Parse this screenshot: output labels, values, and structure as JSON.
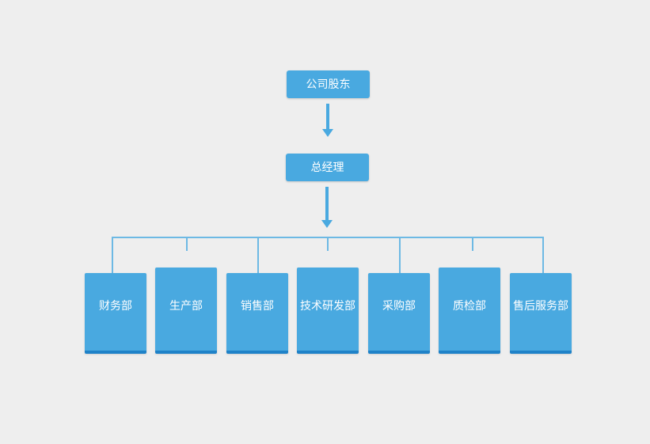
{
  "diagram": {
    "type": "org-chart",
    "background_color": "#eeeeee",
    "node_color": "#49a9e0",
    "node_text_color": "#ffffff",
    "connector_color": "#6db9e4",
    "levels": [
      {
        "name": "shareholders",
        "nodes": [
          {
            "id": "shareholders",
            "label": "公司股东"
          }
        ]
      },
      {
        "name": "general-manager",
        "nodes": [
          {
            "id": "general-manager",
            "label": "总经理"
          }
        ]
      },
      {
        "name": "departments",
        "nodes": [
          {
            "id": "finance",
            "label": "财务部"
          },
          {
            "id": "production",
            "label": "生产部"
          },
          {
            "id": "sales",
            "label": "销售部"
          },
          {
            "id": "rnd",
            "label": "技术研发部"
          },
          {
            "id": "purchasing",
            "label": "采购部"
          },
          {
            "id": "quality",
            "label": "质检部"
          },
          {
            "id": "after-sales",
            "label": "售后服务部"
          }
        ]
      }
    ]
  }
}
